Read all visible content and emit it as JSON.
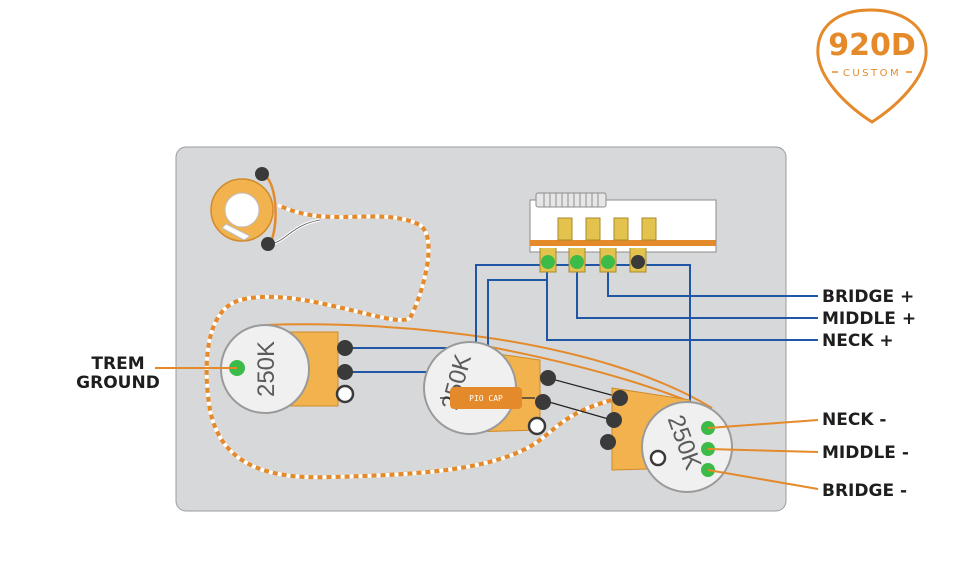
{
  "logo": {
    "brand": "920D",
    "subtitle": "CUSTOM",
    "color": "#e58a2a"
  },
  "pots": [
    {
      "value": "250K",
      "role": "volume"
    },
    {
      "value": "250K",
      "role": "tone-1"
    },
    {
      "value": "250K",
      "role": "tone-2"
    }
  ],
  "capacitor": {
    "label": "PIO CAP"
  },
  "labels": {
    "trem_ground_line1": "TREM",
    "trem_ground_line2": "GROUND",
    "bridge_plus": "BRIDGE +",
    "middle_plus": "MIDDLE +",
    "neck_plus": "NECK +",
    "neck_minus": "NECK -",
    "middle_minus": "MIDDLE -",
    "bridge_minus": "BRIDGE -"
  },
  "colors": {
    "plate": "#d7d8da",
    "orange_wire": "#e58a2a",
    "blue_wire": "#1f56a5",
    "dark_wire": "#222222",
    "solder_green": "#3dbb48",
    "lug_gray": "#3a3a3a",
    "pot_tab": "#f2b24e",
    "switch_yellow": "#e3c34d"
  }
}
